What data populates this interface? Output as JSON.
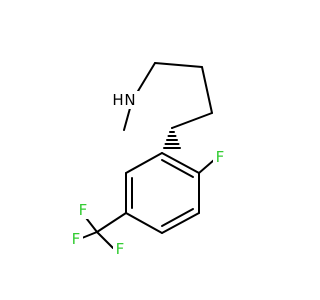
{
  "molecule": {
    "colors": {
      "bond": "#000000",
      "nitrogen": "#000000",
      "fluorine": "#33cc33"
    },
    "atoms": {
      "nitrogen": {
        "label": "N",
        "hydrogen": "H",
        "color": "#000000"
      },
      "f_aromatic": {
        "label": "F",
        "color": "#33cc33"
      },
      "f_cf3_1": {
        "label": "F",
        "color": "#33cc33"
      },
      "f_cf3_2": {
        "label": "F",
        "color": "#33cc33"
      },
      "f_cf3_3": {
        "label": "F",
        "color": "#33cc33"
      }
    },
    "stereo": "hashed-wedge"
  }
}
